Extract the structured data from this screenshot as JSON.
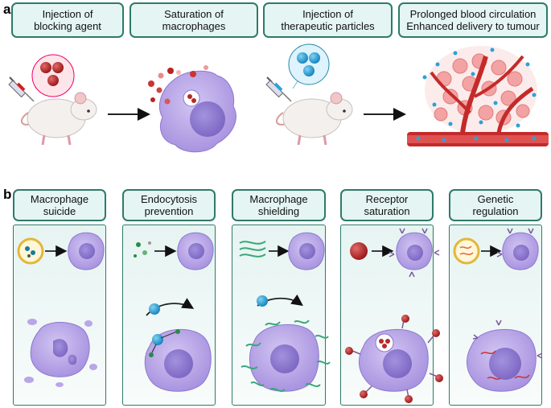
{
  "panel_a": {
    "letter": "a",
    "boxes": [
      "Injection of\nblocking agent",
      "Saturation of\nmacrophages",
      "Injection of\ntherapeutic particles",
      "Prolonged blood circulation\nEnhanced delivery to tumour"
    ]
  },
  "panel_b": {
    "letter": "b",
    "columns": [
      "Macrophage\nsuicide",
      "Endocytosis\nprevention",
      "Macrophage\nshielding",
      "Receptor\nsaturation",
      "Genetic\nregulation"
    ]
  },
  "colors": {
    "box_border": "#2e7a6a",
    "box_fill": "#e4f5f3",
    "macrophage": "#b9a6e6",
    "nucleus": "#8f7bd0",
    "blocking_agent": "#b52a2a",
    "therapeutic_particle": "#2aa2d8",
    "vessel": "#c42a2a",
    "tumour_cell": "#f3a3a3"
  }
}
